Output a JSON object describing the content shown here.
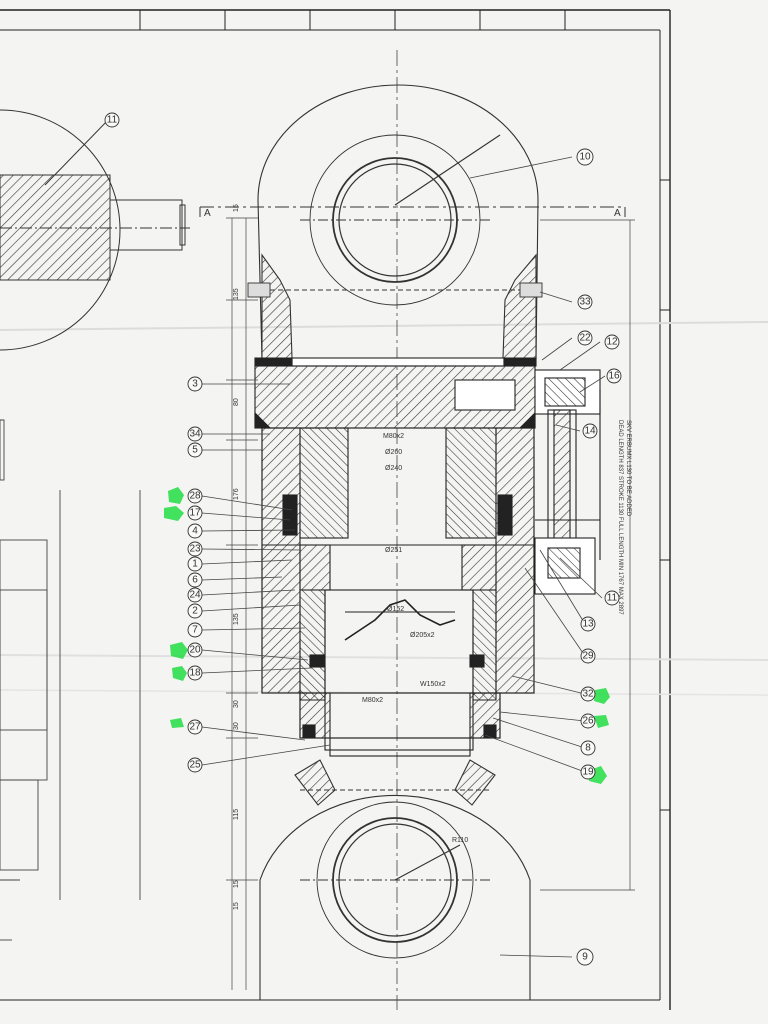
{
  "drawing": {
    "section_marks": [
      "A",
      "A"
    ],
    "left_balloons": [
      "3",
      "34",
      "5",
      "28",
      "17",
      "4",
      "23",
      "1",
      "6",
      "24",
      "2",
      "7",
      "20",
      "18",
      "27",
      "25"
    ],
    "right_balloons": [
      "10",
      "33",
      "22",
      "12",
      "16",
      "14",
      "11",
      "13",
      "29",
      "32",
      "26",
      "8",
      "19",
      "9"
    ],
    "top_balloons": [
      "11"
    ],
    "inner_labels": [
      "M80x2",
      "Ø260",
      "Ø240",
      "Ø251",
      "Ø152",
      "Ø205x2",
      "W150x2",
      "M80x2"
    ],
    "bottom_label": "R110",
    "vertical_dims_left": [
      "15",
      "135",
      "80",
      "176",
      "135",
      "30",
      "30",
      "115",
      "15",
      "15"
    ],
    "side_note": "DEAD LENGTH 837 STROKE 1130 FULL LENGTH MIN 1767 MAX 2897",
    "side_note_2": "SKV ERBUMX L130 TO BE ADDED",
    "highlight_color": "#22dd44"
  }
}
